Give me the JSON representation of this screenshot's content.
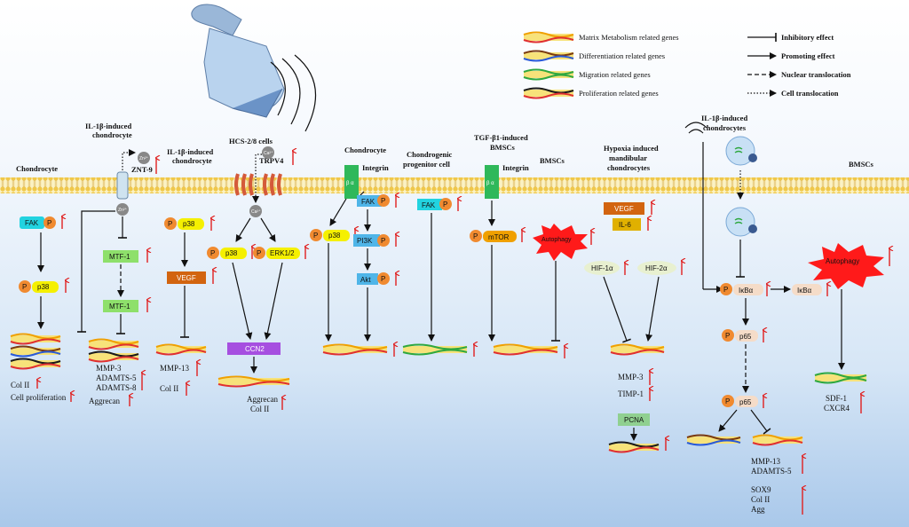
{
  "legend": {
    "genes": [
      {
        "label": "Matrix Metabolism related genes"
      },
      {
        "label": "Differentiation related genes"
      },
      {
        "label": "Migration related genes"
      },
      {
        "label": "Proliferation related genes"
      }
    ],
    "effects": [
      {
        "label": "Inhibitory effect"
      },
      {
        "label": "Promoting effect"
      },
      {
        "label": "Nuclear translocation"
      },
      {
        "label": "Cell translocation"
      }
    ]
  },
  "cells": {
    "chondrocyte_left": "Chondrocyte",
    "il1b_a_1": "IL-1β-induced",
    "il1b_a_2": "chondrocyte",
    "il1b_b_1": "IL-1β-induced",
    "il1b_b_2": "chondrocyte",
    "hcs": "HCS-2/8 cells",
    "chondrocyte_mid": "Chondrocyte",
    "progenitor_1": "Chondrogenic",
    "progenitor_2": "progenitor cell",
    "tgf_1": "TGF-β1-induced",
    "tgf_2": "BMSCs",
    "bmscs_mid": "BMSCs",
    "hypoxia_1": "Hypoxia induced",
    "hypoxia_2": "mandibular",
    "hypoxia_3": "chondrocytes",
    "il1b_c_1": "IL-1β-induced",
    "il1b_c_2": "chondrocytes",
    "bmscs_right": "BMSCs"
  },
  "proteins": {
    "znt9": "ZNT-9",
    "zn": "Zn²⁺",
    "trpv4": "TRPV4",
    "ca": "Ca²⁺",
    "integrin": "Integrin",
    "beta_alpha": "β α",
    "fak": "FAK",
    "p38": "p38",
    "mtf1": "MTF-1",
    "vegf": "VEGF",
    "erk": "ERK1/2",
    "ccn2": "CCN2",
    "pi3k": "PI3K",
    "akt": "Akt",
    "mtor": "mTOR",
    "autophagy": "Autophagy",
    "il6": "IL-6",
    "hif1a": "HIF-1α",
    "hif2a": "HIF-2α",
    "pcna": "PCNA",
    "ikba": "IκBα",
    "p65": "p65",
    "p": "P"
  },
  "outcomes": {
    "col2": "Col II",
    "cell_prolif": "Cell proliferation",
    "mmp3": "MMP-3",
    "adamts5": "ADAMTS-5",
    "adamts8": "ADAMTS-8",
    "aggrecan": "Aggrecan",
    "mmp13": "MMP-13",
    "col2b": "Col II",
    "aggrecan2": "Aggrecan",
    "col2c": "Col II",
    "mmp3b": "MMP-3",
    "timp1": "TIMP-1",
    "mmp13b": "MMP-13",
    "adamts5b": "ADAMTS-5",
    "sox9": "SOX9",
    "col2d": "Col II",
    "agg": "Agg",
    "sdf1": "SDF-1",
    "cxcr4": "CXCR4"
  },
  "colors": {
    "membrane": "#f0d070",
    "fak": "#22d3e0",
    "p38": "#f5f000",
    "mtf1": "#8ee06b",
    "vegf": "#d2640f",
    "erk": "#f5f000",
    "ccn2": "#a64fe0",
    "pi3k": "#4fb5e8",
    "akt": "#4fb5e8",
    "mtor": "#f0a000",
    "il6": "#e0b000",
    "hif": "#e8f0d0",
    "pcna": "#90d090",
    "ikba": "#f5dcc8",
    "phospho": "#f08a30",
    "autophagy": "#ff1a1a",
    "up_arrow": "#e02020",
    "integrin": "#2fb85a"
  }
}
